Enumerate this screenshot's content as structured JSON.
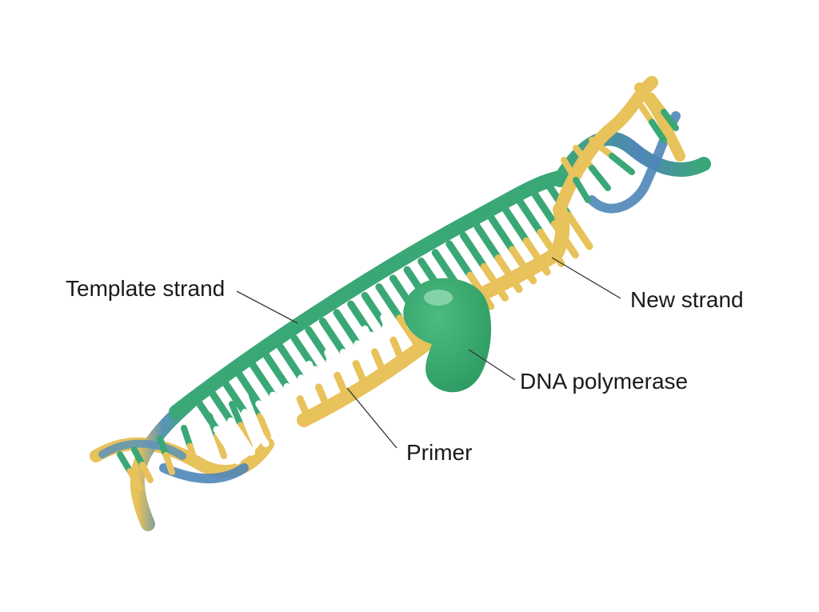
{
  "labels": {
    "template_strand": "Template strand",
    "new_strand": "New strand",
    "dna_polymerase": "DNA polymerase",
    "primer": "Primer"
  },
  "colors": {
    "template_green": "#3aa876",
    "template_green_dark": "#2f8f63",
    "new_strand_gold": "#e8c25a",
    "helix_blue": "#4f86b8",
    "polymerase_green": "#34a46a",
    "polymerase_highlight": "#8fd8b0",
    "rung_white": "#ffffff",
    "leader_line": "#333333",
    "label_text": "#1a1a1a"
  },
  "icons": {
    "polymerase": "dna-polymerase-enzyme-shape"
  }
}
